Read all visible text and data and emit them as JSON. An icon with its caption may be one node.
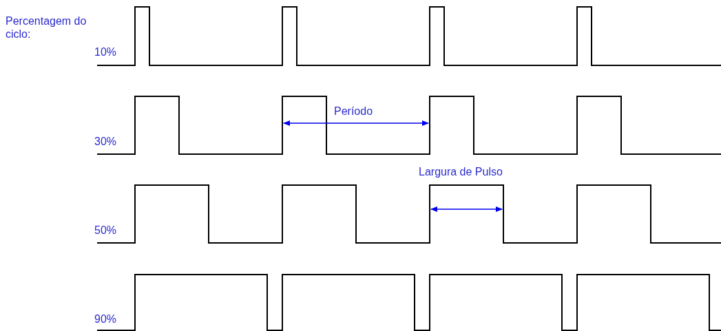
{
  "diagram": {
    "labels": [
      "Percentagem do ciclo:",
      "10%",
      "30%",
      "50%",
      "90%",
      "Período",
      "Largura de Pulso"
    ]
  }
}
